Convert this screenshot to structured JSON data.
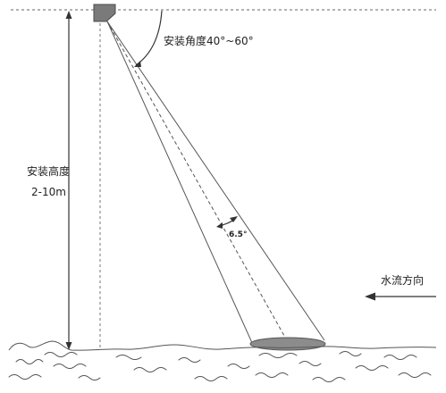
{
  "diagram": {
    "install_angle_label": "安装角度40°~60°",
    "install_height_label": "安装高度",
    "install_height_value": "2-10m",
    "beam_angle_label": "6.5°",
    "water_flow_label": "水流方向"
  }
}
